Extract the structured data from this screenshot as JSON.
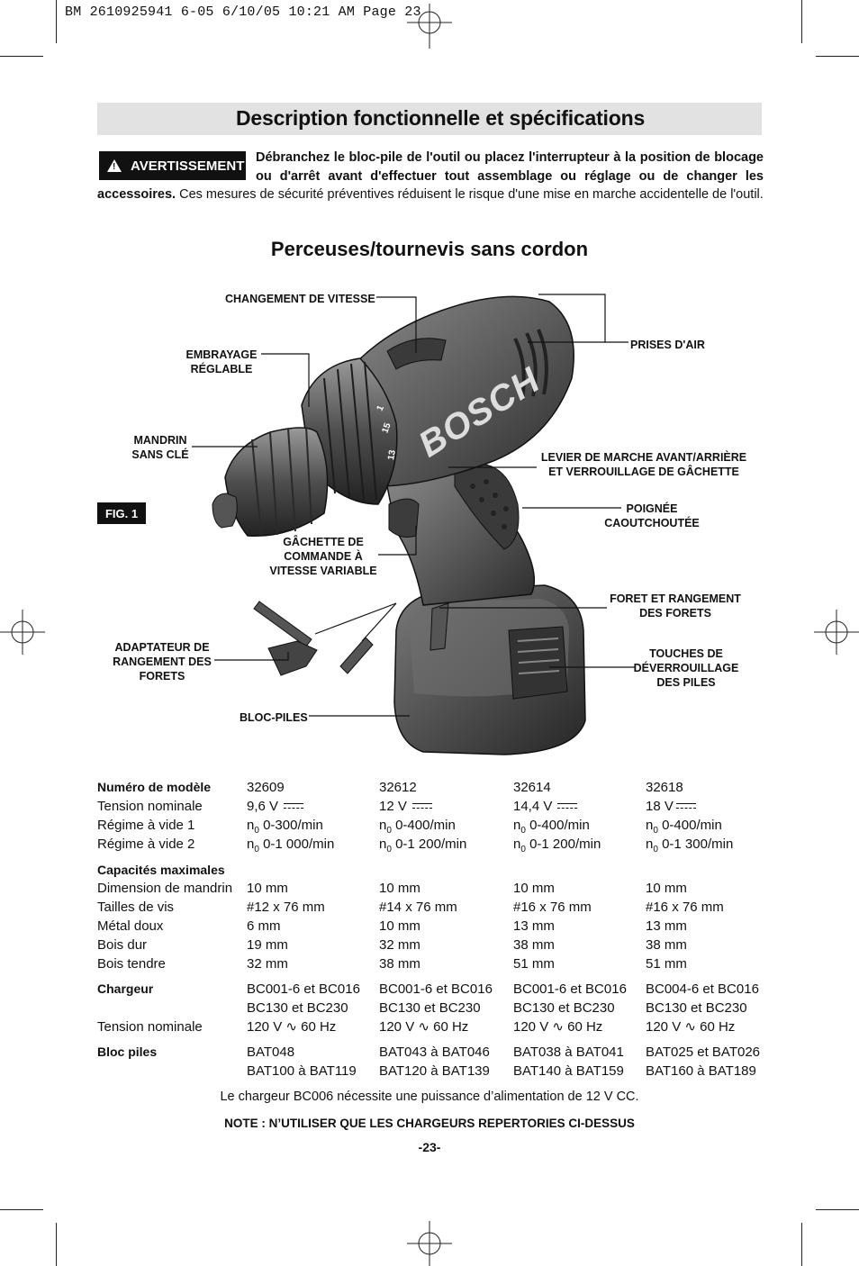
{
  "header_line": "BM 2610925941 6-05  6/10/05  10:21 AM  Page 23",
  "title": "Description fonctionnelle et spécifications",
  "warning": {
    "badge": "AVERTISSEMENT",
    "bold_text": "Débranchez le bloc-pile de l'outil ou placez l'interrupteur à la position de blocage ou d'arrêt avant d'effectuer tout assemblage ou réglage ou de changer les accessoires.",
    "text": " Ces mesures de sécurité préventives réduisent le risque d'une mise en marche accidentelle de l'outil."
  },
  "subtitle": "Perceuses/tournevis sans cordon",
  "figure": {
    "fig_label": "FIG. 1",
    "brand": "BOSCH",
    "labels": {
      "speed": "CHANGEMENT DE VITESSE",
      "clutch_1": "EMBRAYAGE",
      "clutch_2": "RÉGLABLE",
      "chuck_1": "MANDRIN",
      "chuck_2": "SANS CLÉ",
      "trigger_1": "GÂCHETTE DE",
      "trigger_2": "COMMANDE À",
      "trigger_3": "VITESSE VARIABLE",
      "adapter_1": "ADAPTATEUR DE",
      "adapter_2": "RANGEMENT DES",
      "adapter_3": "FORETS",
      "battery": "BLOC-PILES",
      "vents": "PRISES D'AIR",
      "lever_1": "LEVIER DE MARCHE AVANT/ARRIÈRE",
      "lever_2": "ET VERROUILLAGE DE GÂCHETTE",
      "grip_1": "POIGNÉE",
      "grip_2": "CAOUTCHOUTÉE",
      "bits_1": "FORET ET RANGEMENT",
      "bits_2": "DES FORETS",
      "release_1": "TOUCHES DE",
      "release_2": "DÉVERROUILLAGE",
      "release_3": "DES PILES"
    },
    "clutch_numbers": [
      "13",
      "15",
      "1"
    ]
  },
  "specs": {
    "models_label": "Numéro de modèle",
    "models": [
      "32609",
      "32612",
      "32614",
      "32618"
    ],
    "voltage_label": "Tension nominale",
    "voltages": [
      "9,6 V",
      "12 V",
      "14,4 V",
      "18 V"
    ],
    "speed1_label": "Régime à vide 1",
    "speed1": [
      "0-300/min",
      "0-400/min",
      "0-400/min",
      "0-400/min"
    ],
    "speed2_label": "Régime à vide 2",
    "speed2": [
      "0-1 000/min",
      "0-1 200/min",
      "0-1 200/min",
      "0-1 300/min"
    ],
    "n_prefix": "n",
    "n_sub": "0",
    "capacities_label": "Capacités maximales",
    "chuck_label": "Dimension de mandrin",
    "chuck": [
      "10 mm",
      "10 mm",
      "10 mm",
      "10 mm"
    ],
    "screw_label": "Tailles de vis",
    "screw": [
      "#12 x 76 mm",
      "#14 x 76 mm",
      "#16 x 76 mm",
      "#16 x 76 mm"
    ],
    "metal_label": "Métal doux",
    "metal": [
      "6 mm",
      "10 mm",
      "13 mm",
      "13 mm"
    ],
    "hardwood_label": "Bois dur",
    "hardwood": [
      "19 mm",
      "32 mm",
      "38 mm",
      "38 mm"
    ],
    "softwood_label": "Bois tendre",
    "softwood": [
      "32 mm",
      "38 mm",
      "51 mm",
      "51 mm"
    ],
    "charger_label": "Chargeur",
    "charger1": [
      "BC001-6 et BC016",
      "BC001-6 et BC016",
      "BC001-6 et BC016",
      "BC004-6 et BC016"
    ],
    "charger2": [
      "BC130 et BC230",
      "BC130 et BC230",
      "BC130 et BC230",
      "BC130 et BC230"
    ],
    "charger_voltage_label": "Tension nominale",
    "charger_v": [
      "120 V",
      "120 V",
      "120 V",
      "120 V"
    ],
    "charger_hz": [
      "60 Hz",
      "60 Hz",
      "60 Hz",
      "60 Hz"
    ],
    "battery_label": "Bloc piles",
    "battery1": [
      "BAT048",
      "BAT043 à BAT046",
      "BAT038 à BAT041",
      "BAT025 et BAT026"
    ],
    "battery2": [
      "BAT100 à BAT119",
      "BAT120 à BAT139",
      "BAT140 à BAT159",
      "BAT160 à BAT189"
    ]
  },
  "footnote": "Le chargeur BC006 nécessite une puissance d’alimentation de 12 V CC.",
  "note": "NOTE : N’UTILISER QUE LES CHARGEURS REPERTORIES CI-DESSUS",
  "page_number": "-23-"
}
